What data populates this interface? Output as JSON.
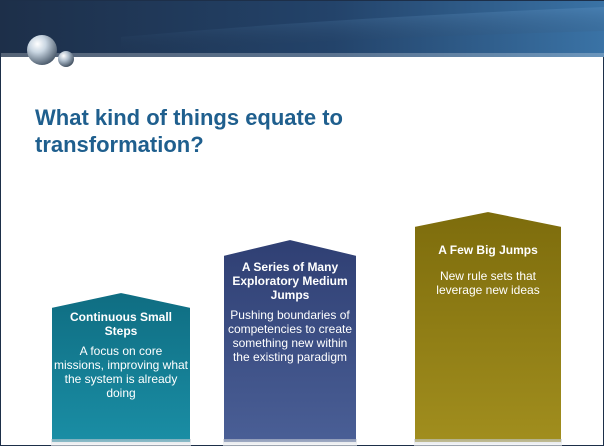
{
  "slide": {
    "title": "What kind of things equate to transformation?",
    "colors": {
      "header_dark": "#1d2f49",
      "header_light": "#2f5d88",
      "title": "#1f5f8e",
      "teal": "#137b91",
      "navy": "#36497f",
      "olive": "#8c7a10"
    }
  },
  "logo": {
    "icon": "sphere-logo-icon"
  },
  "boxes": [
    {
      "heading": "Continuous Small Steps",
      "body": "A focus on core missions, improving what the system is already doing"
    },
    {
      "heading": "A Series of Many Exploratory Medium Jumps",
      "body": "Pushing boundaries of competencies to create something new within the existing paradigm"
    },
    {
      "heading": "A Few Big Jumps",
      "body": "New rule sets that leverage new ideas"
    }
  ]
}
